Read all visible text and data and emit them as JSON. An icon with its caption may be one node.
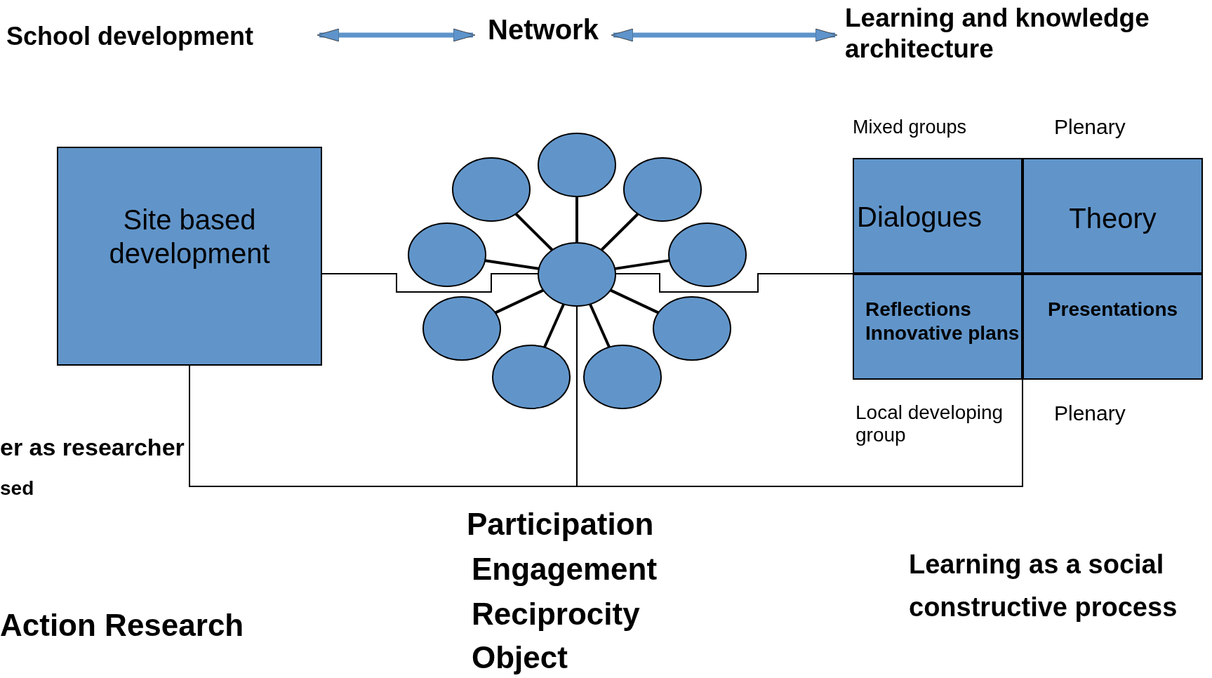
{
  "diagram": {
    "nodes": [
      {
        "text": [
          "School development"
        ]
      },
      {
        "text": [
          "Network"
        ]
      },
      {
        "text": [
          "Learning and knowledge architecture"
        ]
      },
      {
        "text": [
          "Site based development"
        ]
      },
      {
        "text": [],
        "shape": "ellipse"
      },
      {
        "text": [],
        "shape": "ellipse"
      },
      {
        "text": [],
        "shape": "ellipse"
      },
      {
        "text": [],
        "shape": "ellipse"
      },
      {
        "text": [],
        "shape": "ellipse"
      },
      {
        "text": [],
        "shape": "ellipse"
      },
      {
        "text": [],
        "shape": "ellipse"
      },
      {
        "text": [],
        "shape": "ellipse"
      },
      {
        "text": [],
        "shape": "ellipse"
      },
      {
        "text": [],
        "shape": "ellipse"
      },
      {
        "text": [
          "Dialogues"
        ]
      },
      {
        "text": [
          "Theory"
        ]
      },
      {
        "text": [
          "Reflections",
          "Innovative plans"
        ]
      },
      {
        "text": [
          "Presentations"
        ]
      }
    ],
    "edges": [
      {
        "from": 0,
        "to": 1,
        "arrow": "both",
        "color": "#5e94cb"
      },
      {
        "from": 1,
        "to": 2,
        "arrow": "both",
        "color": "#5e94cb"
      },
      {
        "from": 4,
        "to": 5,
        "arrow": "none"
      },
      {
        "from": 4,
        "to": 6,
        "arrow": "none"
      },
      {
        "from": 4,
        "to": 7,
        "arrow": "none"
      },
      {
        "from": 4,
        "to": 8,
        "arrow": "none"
      },
      {
        "from": 4,
        "to": 9,
        "arrow": "none"
      },
      {
        "from": 4,
        "to": 10,
        "arrow": "none"
      },
      {
        "from": 4,
        "to": 11,
        "arrow": "none"
      },
      {
        "from": 4,
        "to": 12,
        "arrow": "none"
      },
      {
        "from": 4,
        "to": 13,
        "arrow": "none"
      },
      {
        "from": 3,
        "to": 4,
        "arrow": "none"
      },
      {
        "from": 3,
        "to": 17,
        "arrow": "none"
      },
      {
        "from": 4,
        "to": 17,
        "arrow": "none"
      },
      {
        "from": 4,
        "to": 14,
        "arrow": "none"
      }
    ],
    "labels": [
      "Mixed groups",
      "Plenary",
      "Local developing group",
      "Plenary",
      "er as researcher",
      "sed",
      "Participation",
      "Engagement",
      "Reciprocity",
      "Object",
      "Action Research",
      "Learning as a social constructive process"
    ]
  }
}
